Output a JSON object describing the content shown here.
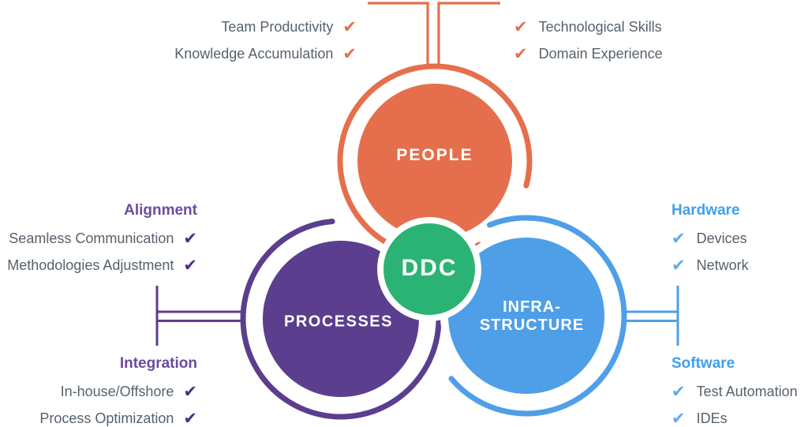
{
  "colors": {
    "orange": "#E56F4D",
    "purple": "#5B3E8E",
    "purple_heading": "#6C4B9F",
    "purple_check": "#4F2D82",
    "blue": "#4F9FE8",
    "blue_heading": "#41A0E8",
    "blue_check": "#5EAAEF",
    "green": "#2BB375",
    "text_gray": "#57616C"
  },
  "icons": {
    "check": "✔"
  },
  "circles": {
    "people": {
      "label": "PEOPLE"
    },
    "processes": {
      "label": "PROCESSES"
    },
    "infrastructure": {
      "line1": "INFRA-",
      "line2": "STRUCTURE"
    },
    "ddc": {
      "label": "DDC"
    }
  },
  "groups": {
    "people_left": {
      "items": [
        "Team Productivity",
        "Knowledge Accumulation"
      ]
    },
    "people_right": {
      "items": [
        "Technological Skills",
        "Domain Experience"
      ]
    },
    "alignment": {
      "heading": "Alignment",
      "items": [
        "Seamless Communication",
        "Methodologies Adjustment"
      ]
    },
    "integration": {
      "heading": "Integration",
      "items": [
        "In-house/Offshore",
        "Process Optimization"
      ]
    },
    "hardware": {
      "heading": "Hardware",
      "items": [
        "Devices",
        "Network"
      ]
    },
    "software": {
      "heading": "Software",
      "items": [
        "Test Automation",
        "IDEs"
      ]
    }
  }
}
